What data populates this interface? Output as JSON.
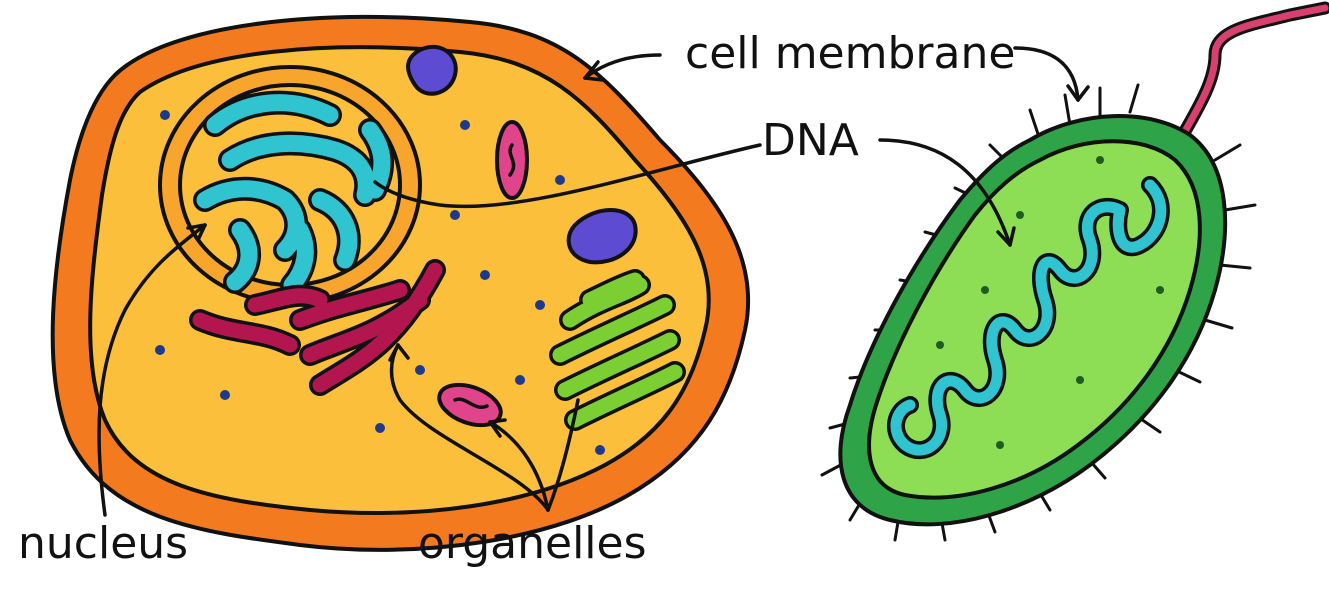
{
  "labels": {
    "cell_membrane": "cell membrane",
    "dna": "DNA",
    "nucleus": "nucleus",
    "organelles": "organelles"
  },
  "colors": {
    "membrane_orange": "#f47a20",
    "cytoplasm_yellow": "#fbbf3c",
    "nucleus_orange": "#f7a52d",
    "dna_teal": "#2fc4cf",
    "er_crimson": "#b3164f",
    "vesicle_purple": "#5d4bd1",
    "pink_organelle": "#e0448a",
    "golgi_green": "#7ccf32",
    "bacteria_dark_green": "#2ea347",
    "bacteria_light_green": "#8ede55",
    "flagellum_pink": "#d9406f"
  }
}
